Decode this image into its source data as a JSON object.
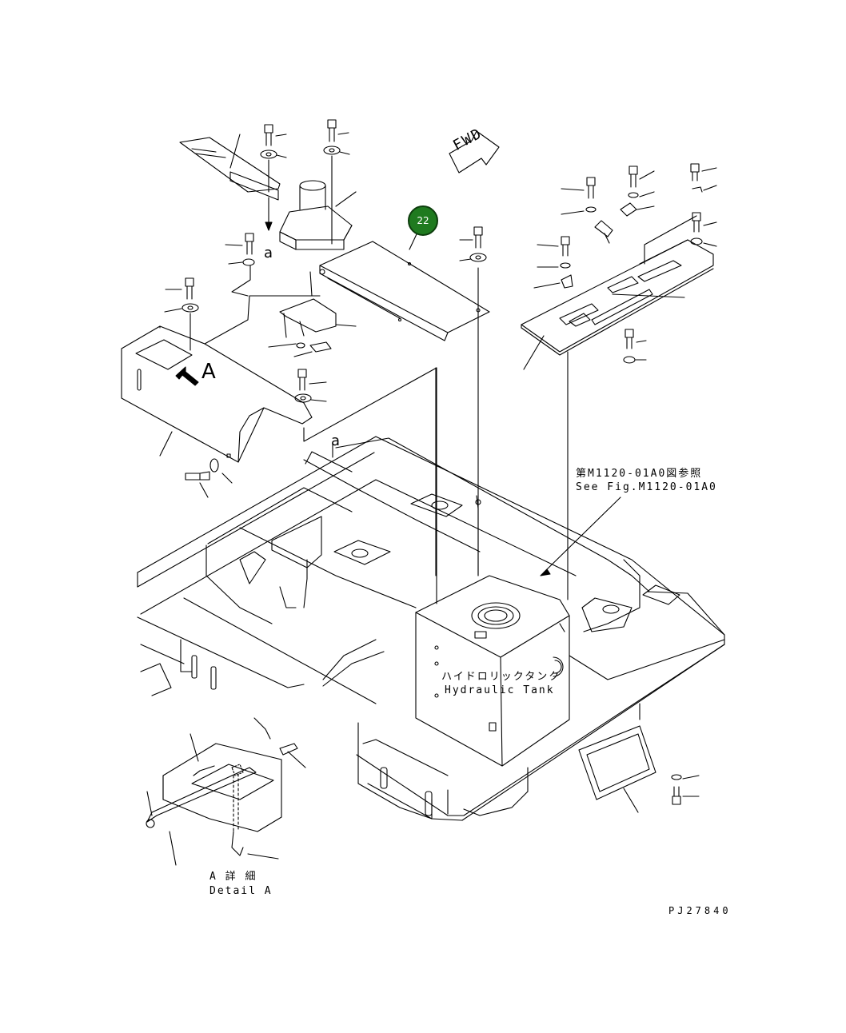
{
  "callout": {
    "number": "22",
    "color": "#1f7a1f"
  },
  "labels": {
    "fwd": "FWD",
    "view_a": "A",
    "ref_a_top": "a",
    "ref_a_frame": "a",
    "ref_jp": "第M1120-01A0図参照",
    "ref_en": "See Fig.M1120-01A0",
    "tank_jp": "ハイドロリックタンク",
    "tank_en": "Hydraulic Tank",
    "detail_jp": "A 詳 細",
    "detail_en": "Detail A",
    "drawing_id": "PJ27840"
  }
}
